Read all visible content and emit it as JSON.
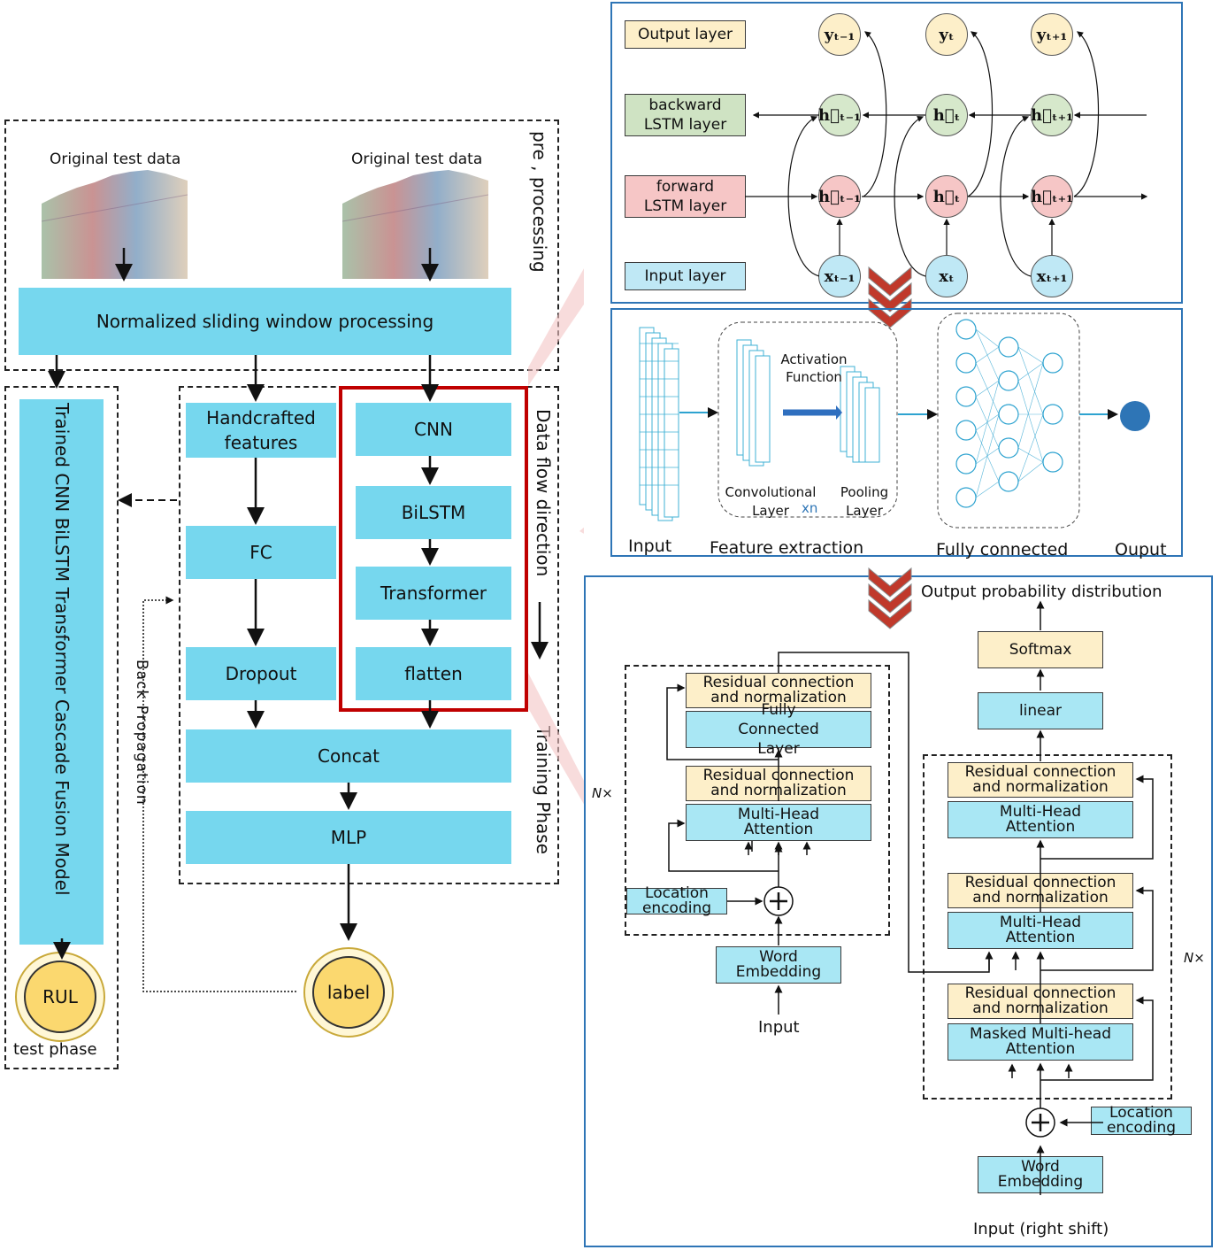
{
  "left": {
    "orig_data_1": "Original test data",
    "orig_data_2": "Original test data",
    "norm": "Normalized sliding window processing",
    "preprocessing": "pre , processing",
    "trained_model": "Trained CNN BiLSTM Transformer Cascade Fusion Model",
    "rul": "RUL",
    "test_phase": "test phase",
    "handcrafted": "Handcrafted features",
    "fc": "FC",
    "dropout": "Dropout",
    "cnn": "CNN",
    "bilstm": "BiLSTM",
    "transformer": "Transformer",
    "flatten": "flatten",
    "concat": "Concat",
    "mlp": "MLP",
    "label": "label",
    "data_flow": "Data flow direction",
    "training_phase": "Training Phase",
    "back_prop": "Back Propagation"
  },
  "bilstm_panel": {
    "output_layer": "Output layer",
    "backward": "backward LSTM layer",
    "forward": "forward LSTM layer",
    "input_layer": "Input layer",
    "y_nodes": [
      "yₜ₋₁",
      "yₜ",
      "yₜ₊₁"
    ],
    "hb_nodes": [
      "h⃖ₜ₋₁",
      "h⃖ₜ",
      "h⃖ₜ₊₁"
    ],
    "hf_nodes": [
      "h⃗ₜ₋₁",
      "h⃗ₜ",
      "h⃗ₜ₊₁"
    ],
    "x_nodes": [
      "xₜ₋₁",
      "xₜ",
      "xₜ₊₁"
    ]
  },
  "cnn_panel": {
    "activation": "Activation Function",
    "conv": "Convolutional Layer",
    "xn": "xn",
    "pool": "Pooling Layer",
    "input": "Input",
    "feature": "Feature extraction",
    "fully": "Fully connected",
    "output": "Ouput"
  },
  "transformer_panel": {
    "out_prob": "Output probability distribution",
    "softmax": "Softmax",
    "linear": "linear",
    "res_norm": "Residual connection and normalization",
    "fcl": "Fully Connected Layer",
    "mha": "Multi-Head Attention",
    "masked_mha": "Masked Multi-head Attention",
    "loc_enc": "Location encoding",
    "word_emb": "Word Embedding",
    "input": "Input",
    "input_shift": "Input (right shift)",
    "nx_left": "N×",
    "nx_right": "N×"
  },
  "colors": {
    "cyan": "#76d7ee",
    "light_cyan": "#a9e7f4",
    "beige": "#fdefc9",
    "red_box": "#c00000",
    "panel_border": "#2e75b6"
  }
}
